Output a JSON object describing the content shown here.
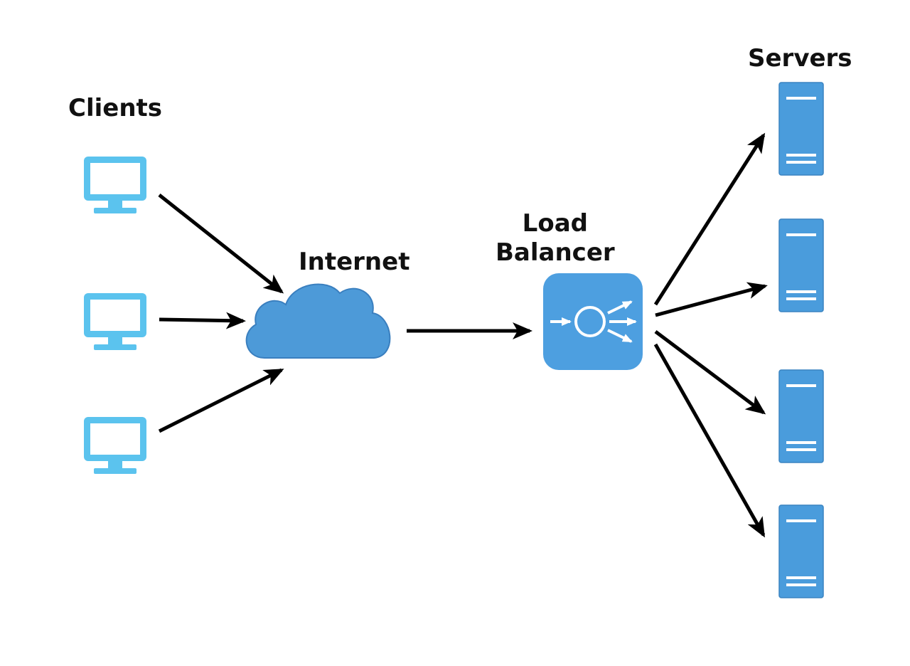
{
  "labels": {
    "clients": "Clients",
    "internet": "Internet",
    "load_balancer_line1": "Load",
    "load_balancer_line2": "Balancer",
    "servers": "Servers"
  },
  "icons": {
    "client": "monitor-icon",
    "network": "cloud-icon",
    "balancer": "load-balancer-icon",
    "server": "server-icon"
  },
  "colors": {
    "monitor": "#5bc3ee",
    "cloud": "#4d9ad8",
    "balancer": "#4d9fe0",
    "server": "#4a9cdc",
    "arrow": "#000000"
  }
}
